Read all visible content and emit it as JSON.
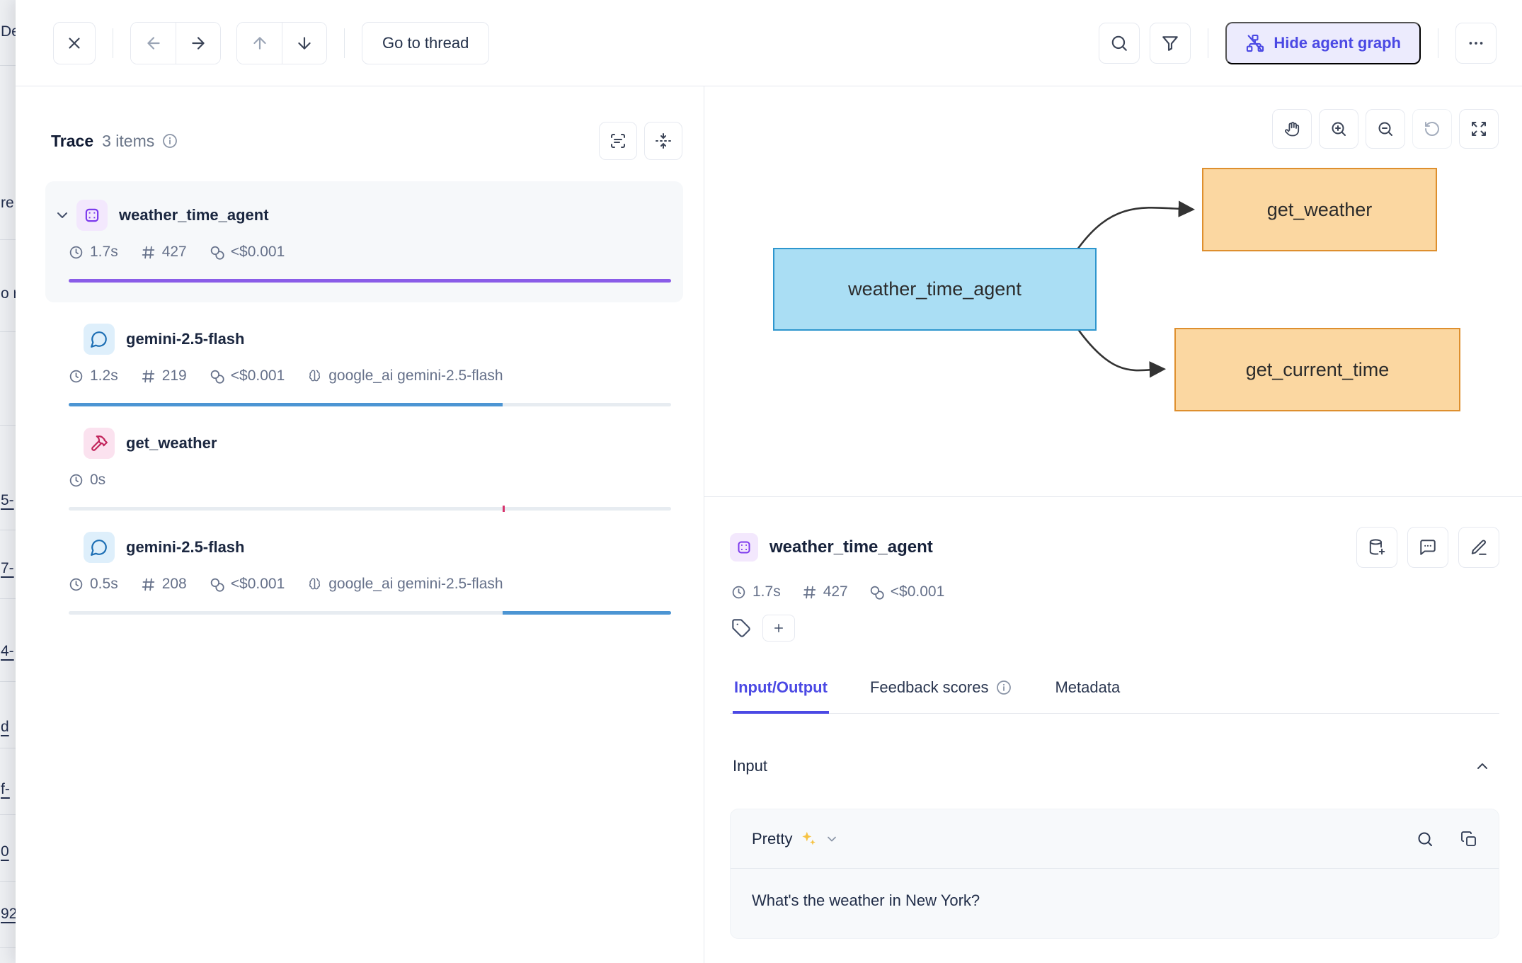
{
  "colors": {
    "accent_indigo": "#4B49E4",
    "accent_indigo_bg": "#ECEBFD",
    "bar_purple": "#8A5CE8",
    "bar_blue": "#4C95D3",
    "bar_track": "#E7ECF1",
    "tick_pink": "#D6336C",
    "node_blue_fill": "#AADEF4",
    "node_blue_border": "#2E96CE",
    "node_orange_fill": "#FBD7A1",
    "node_orange_border": "#DE8F2E"
  },
  "background_page": {
    "fragments": [
      {
        "text": "De"
      },
      {
        "text": "re"
      },
      {
        "text": "o r"
      },
      {
        "text": "5-"
      },
      {
        "text": "7-"
      },
      {
        "text": "4-"
      },
      {
        "text": "d"
      },
      {
        "text": "f-"
      },
      {
        "text": "0"
      },
      {
        "text": "92"
      }
    ]
  },
  "topbar": {
    "go_to_thread": "Go to thread",
    "hide_agent_graph": "Hide agent graph"
  },
  "trace_panel": {
    "title": "Trace",
    "count": "3 items",
    "spans": [
      {
        "name": "weather_time_agent",
        "duration": "1.7s",
        "tokens": "427",
        "cost": "<$0.001"
      },
      {
        "name": "gemini-2.5-flash",
        "duration": "1.2s",
        "tokens": "219",
        "cost": "<$0.001",
        "model": "google_ai gemini-2.5-flash"
      },
      {
        "name": "get_weather",
        "duration": "0s"
      },
      {
        "name": "gemini-2.5-flash",
        "duration": "0.5s",
        "tokens": "208",
        "cost": "<$0.001",
        "model": "google_ai gemini-2.5-flash"
      }
    ]
  },
  "graph": {
    "nodes": [
      {
        "label": "weather_time_agent"
      },
      {
        "label": "get_weather"
      },
      {
        "label": "get_current_time"
      }
    ]
  },
  "detail": {
    "title": "weather_time_agent",
    "duration": "1.7s",
    "tokens": "427",
    "cost": "<$0.001",
    "tabs": [
      {
        "label": "Input/Output"
      },
      {
        "label": "Feedback scores"
      },
      {
        "label": "Metadata"
      }
    ],
    "input_section": {
      "label": "Input",
      "view_mode": "Pretty",
      "content": "What's the weather in New York?"
    }
  }
}
